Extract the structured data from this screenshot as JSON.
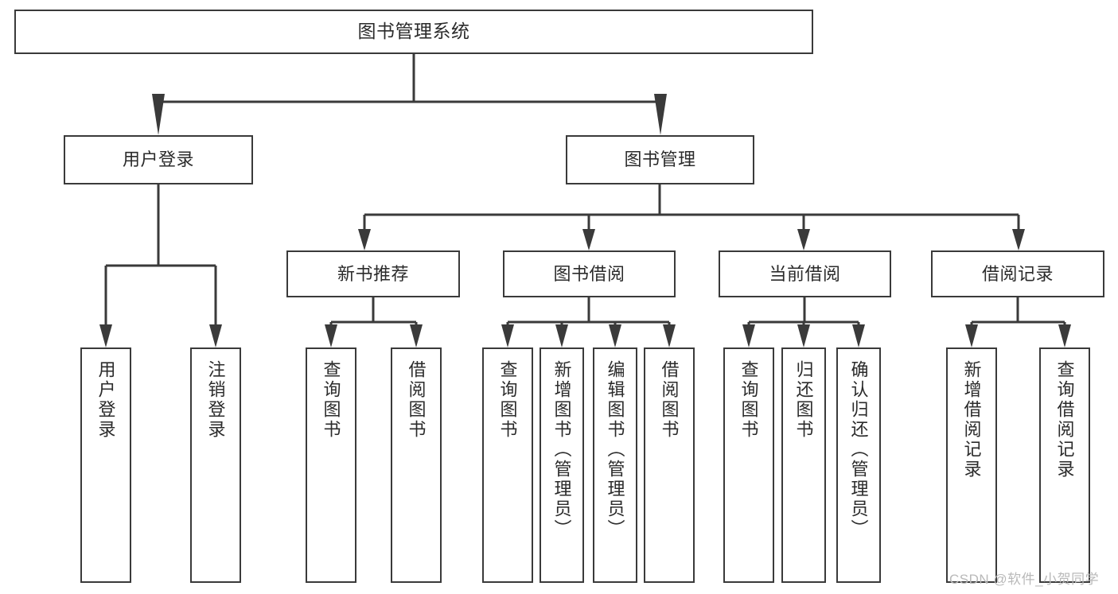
{
  "diagram": {
    "title": "图书管理系统",
    "type": "tree-hierarchy-diagram",
    "watermark": "CSDN @软件_小贺同学",
    "colors": {
      "box_border": "#3a3a3a",
      "box_fill": "#ffffff",
      "connector": "#3a3a3a",
      "text": "#2b2b2b",
      "watermark": "#b9b9b9",
      "background": "#ffffff"
    },
    "nodes": {
      "root": {
        "label": "图书管理系统"
      },
      "level2": [
        {
          "id": "user-login",
          "label": "用户登录"
        },
        {
          "id": "book-management",
          "label": "图书管理"
        }
      ],
      "level3": [
        {
          "id": "new-book-recommend",
          "label": "新书推荐"
        },
        {
          "id": "book-borrow",
          "label": "图书借阅"
        },
        {
          "id": "current-borrow",
          "label": "当前借阅"
        },
        {
          "id": "borrow-record",
          "label": "借阅记录"
        }
      ],
      "leaves": {
        "user_login": [
          {
            "id": "leaf-user-login",
            "label": "用户登录"
          },
          {
            "id": "leaf-logout-login",
            "label": "注销登录"
          }
        ],
        "new_book_recommend": [
          {
            "id": "leaf-query-book-1",
            "label": "查询图书"
          },
          {
            "id": "leaf-borrow-book-1",
            "label": "借阅图书"
          }
        ],
        "book_borrow": [
          {
            "id": "leaf-query-book-2",
            "label": "查询图书"
          },
          {
            "id": "leaf-add-book",
            "label": "新增图书（管理员）"
          },
          {
            "id": "leaf-edit-book",
            "label": "编辑图书（管理员）"
          },
          {
            "id": "leaf-borrow-book-2",
            "label": "借阅图书"
          }
        ],
        "current_borrow": [
          {
            "id": "leaf-query-book-3",
            "label": "查询图书"
          },
          {
            "id": "leaf-return-book",
            "label": "归还图书"
          },
          {
            "id": "leaf-confirm-return",
            "label": "确认归还（管理员）"
          }
        ],
        "borrow_record": [
          {
            "id": "leaf-add-record",
            "label": "新增借阅记录"
          },
          {
            "id": "leaf-query-record",
            "label": "查询借阅记录"
          }
        ]
      }
    }
  }
}
